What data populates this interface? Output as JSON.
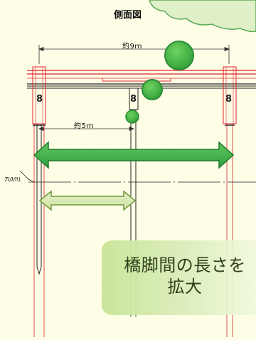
{
  "diagram": {
    "title": "側面図",
    "span_long": "約9ｍ",
    "span_short": "約5ｍ",
    "ground_symbol": "7I/I/I\\\\",
    "callout": "橋脚間の長さを拡大",
    "colors": {
      "background": "#fefee6",
      "structure_red": "#e2232a",
      "structure_dark": "#222222",
      "green_primary": "#3db54a",
      "green_light": "#a6cc6a",
      "callout_bg": "#cfe7a0",
      "cloud": "#dff0c8"
    }
  }
}
